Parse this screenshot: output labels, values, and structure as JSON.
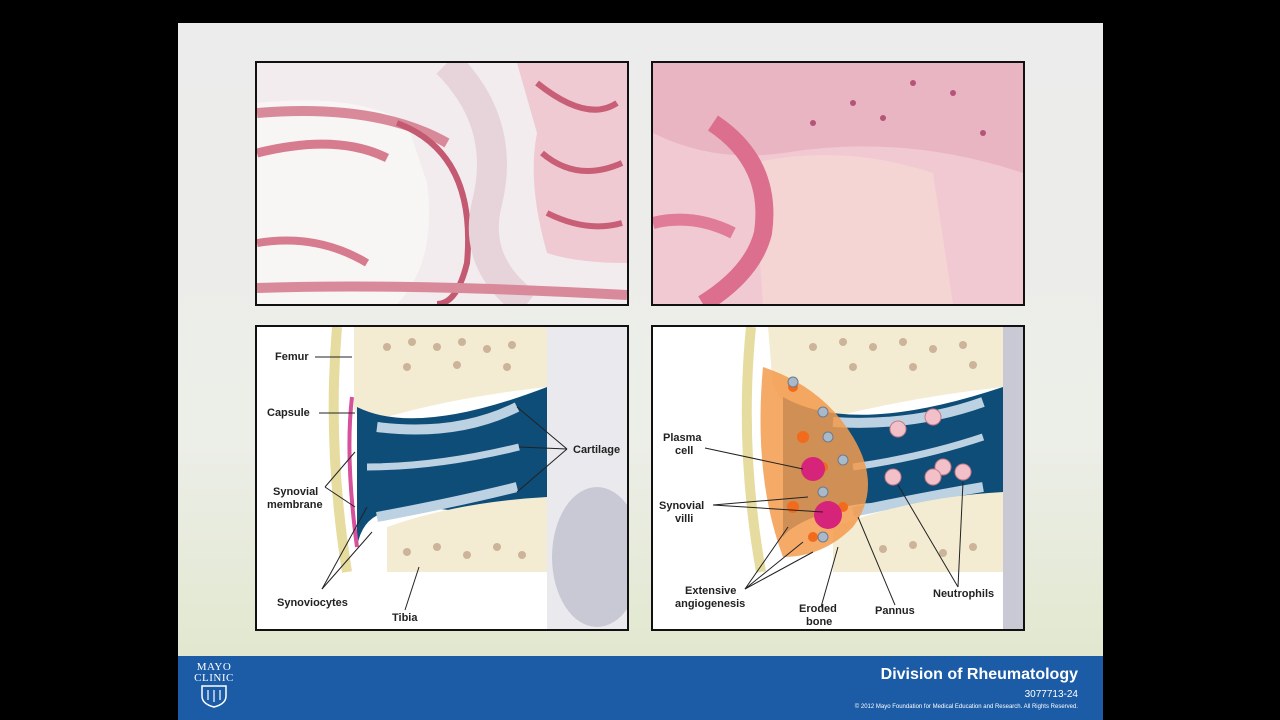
{
  "slide": {
    "footer": {
      "logo_line1": "MAYO",
      "logo_line2": "CLINIC",
      "division": "Division of Rheumatology",
      "code": "3077713-24",
      "copyright": "© 2012 Mayo Foundation for Medical Education and Research. All Rights Reserved."
    },
    "normal_joint_labels": {
      "femur": "Femur",
      "capsule": "Capsule",
      "synovial_membrane_1": "Synovial",
      "synovial_membrane_2": "membrane",
      "cartilage": "Cartilage",
      "synoviocytes": "Synoviocytes",
      "tibia": "Tibia"
    },
    "ra_joint_labels": {
      "plasma_cell_1": "Plasma",
      "plasma_cell_2": "cell",
      "synovial_villi_1": "Synovial",
      "synovial_villi_2": "villi",
      "angiogenesis_1": "Extensive",
      "angiogenesis_2": "angiogenesis",
      "eroded_bone_1": "Eroded",
      "eroded_bone_2": "bone",
      "pannus": "Pannus",
      "neutrophils": "Neutrophils"
    }
  }
}
